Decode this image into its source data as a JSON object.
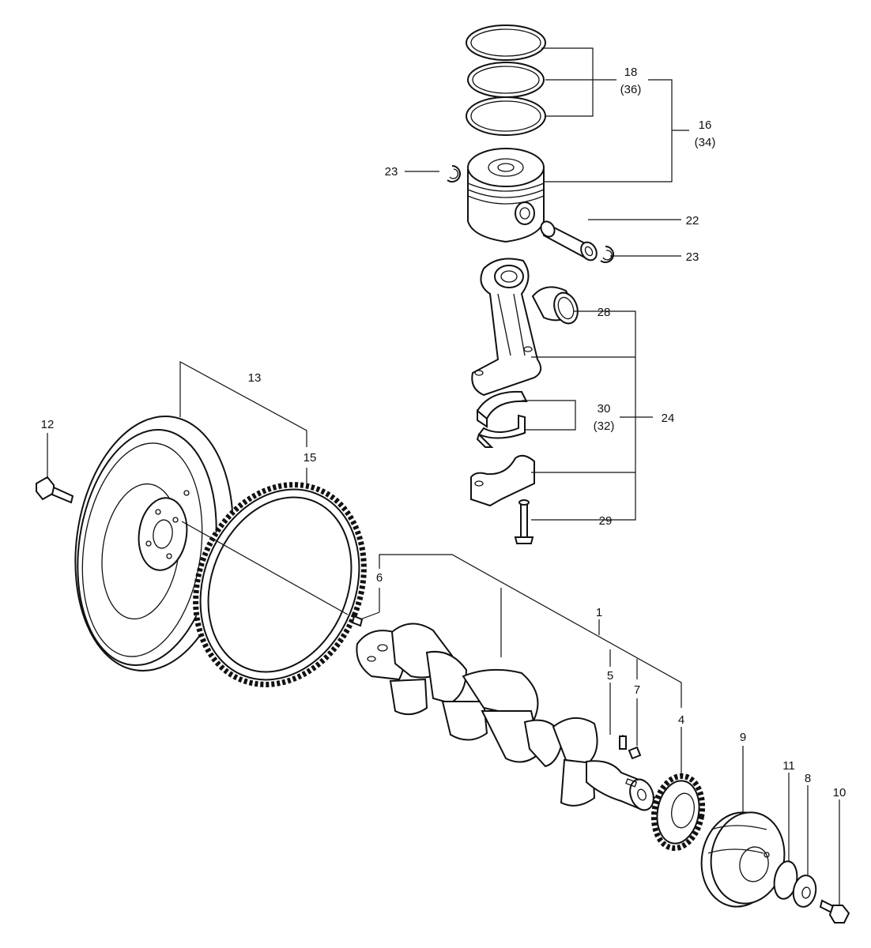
{
  "callouts": {
    "c1": "1",
    "c4": "4",
    "c5": "5",
    "c6": "6",
    "c7": "7",
    "c8": "8",
    "c9": "9",
    "c10": "10",
    "c11": "11",
    "c12": "12",
    "c13": "13",
    "c15": "15",
    "c16": "16",
    "c16_alt": "(34)",
    "c18": "18",
    "c18_alt": "(36)",
    "c22": "22",
    "c23_left": "23",
    "c23_right": "23",
    "c24": "24",
    "c28": "28",
    "c29": "29",
    "c30": "30",
    "c30_alt": "(32)"
  },
  "parts": [
    {
      "part": "crankshaft",
      "icon": "crankshaft-icon"
    },
    {
      "part": "crankshaft-gear",
      "icon": "gear-icon"
    },
    {
      "part": "key",
      "icon": "key-icon"
    },
    {
      "part": "dowel-pin",
      "icon": "pin-icon"
    },
    {
      "part": "flywheel",
      "icon": "flywheel-icon"
    },
    {
      "part": "ring-gear",
      "icon": "ring-gear-icon"
    },
    {
      "part": "piston",
      "icon": "piston-icon"
    },
    {
      "part": "piston-rings",
      "icon": "ring-icon"
    },
    {
      "part": "piston-pin",
      "icon": "pin-icon"
    },
    {
      "part": "snap-ring",
      "icon": "snap-ring-icon"
    },
    {
      "part": "connecting-rod",
      "icon": "rod-icon"
    },
    {
      "part": "bushing",
      "icon": "bushing-icon"
    },
    {
      "part": "bearing-shells",
      "icon": "bearing-icon"
    },
    {
      "part": "rod-bolt",
      "icon": "bolt-icon"
    },
    {
      "part": "pulley",
      "icon": "pulley-icon"
    },
    {
      "part": "o-ring",
      "icon": "o-ring-icon"
    },
    {
      "part": "washer",
      "icon": "washer-icon"
    },
    {
      "part": "pulley-bolt",
      "icon": "bolt-icon"
    },
    {
      "part": "flywheel-bolt",
      "icon": "bolt-icon"
    }
  ],
  "colors": {
    "line": "#111111",
    "background": "#ffffff"
  }
}
